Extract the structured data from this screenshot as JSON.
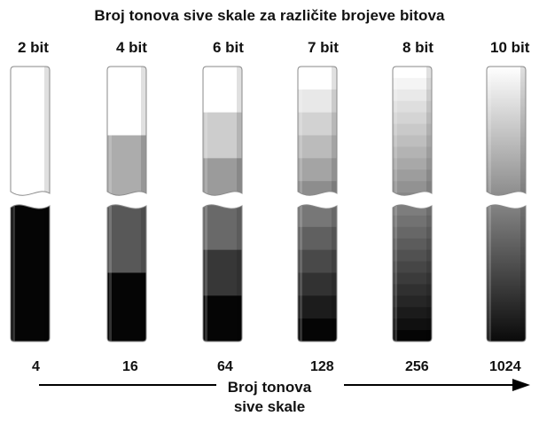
{
  "title": "Broj tonova sive skale za različite brojeve bitova",
  "columns": [
    {
      "bits_label": "2 bit",
      "tones": 2,
      "count_label": "4"
    },
    {
      "bits_label": "4 bit",
      "tones": 4,
      "count_label": "16"
    },
    {
      "bits_label": "6 bit",
      "tones": 6,
      "count_label": "64"
    },
    {
      "bits_label": "7 bit",
      "tones": 12,
      "count_label": "128"
    },
    {
      "bits_label": "8 bit",
      "tones": 24,
      "count_label": "256"
    },
    {
      "bits_label": "10 bit",
      "tones": 0,
      "count_label": "1024"
    }
  ],
  "axis": {
    "line1": "Broj tonova",
    "line2": "sive skale"
  },
  "colors": {
    "strip_outline": "#8a8a8a",
    "text": "#111111"
  }
}
